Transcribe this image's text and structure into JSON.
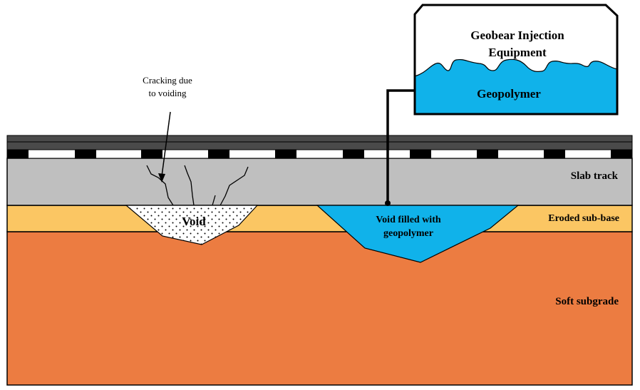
{
  "equipment": {
    "title_line1": "Geobear Injection",
    "title_line2": "Equipment",
    "material": "Geopolymer"
  },
  "annotation": {
    "line1": "Cracking due",
    "line2": "to voiding"
  },
  "layers": {
    "slab": "Slab track",
    "subbase": "Eroded sub-base",
    "subgrade": "Soft subgrade"
  },
  "void_label": "Void",
  "filled_void": {
    "line1": "Void filled with",
    "line2": "geopolymer"
  },
  "colors": {
    "rail_dark": "#4a4a4a",
    "slab": "#bfbfbf",
    "subbase": "#fbc663",
    "subgrade": "#ec7c41",
    "geopolymer": "#10b2ea"
  }
}
